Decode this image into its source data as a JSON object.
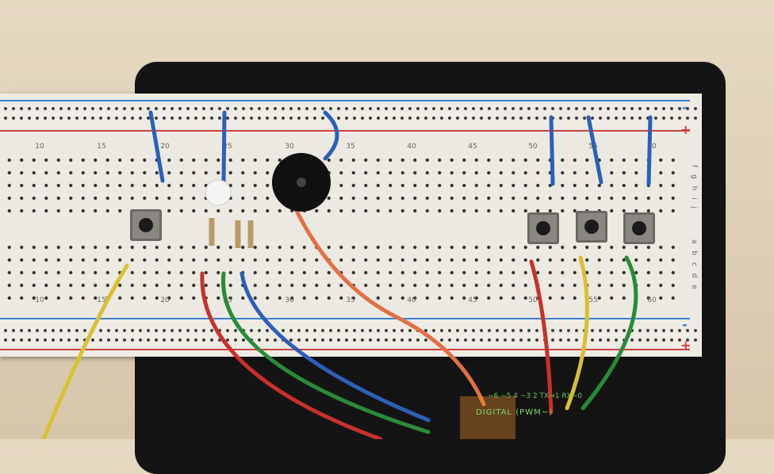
{
  "scene": "breadboard",
  "column_numbers": [
    "10",
    "15",
    "20",
    "25",
    "30",
    "35",
    "40",
    "45",
    "50",
    "55",
    "60"
  ],
  "row_letters_top": "f g h i j",
  "row_letters_bottom": "a b c d e",
  "rail_minus": "-",
  "rail_plus": "+",
  "arduino_label": "DIGITAL (PWM~)",
  "arduino_pins": "~6 ~5 4 ~3 2 TX→1 RX←0",
  "colors": {
    "blue_wire": "#2e5fb8",
    "red_wire": "#c8302c",
    "green_wire": "#2a8a3a",
    "yellow_wire": "#d9c034",
    "orange_wire": "#e07048",
    "board": "#ece9e2",
    "base": "#141414"
  }
}
